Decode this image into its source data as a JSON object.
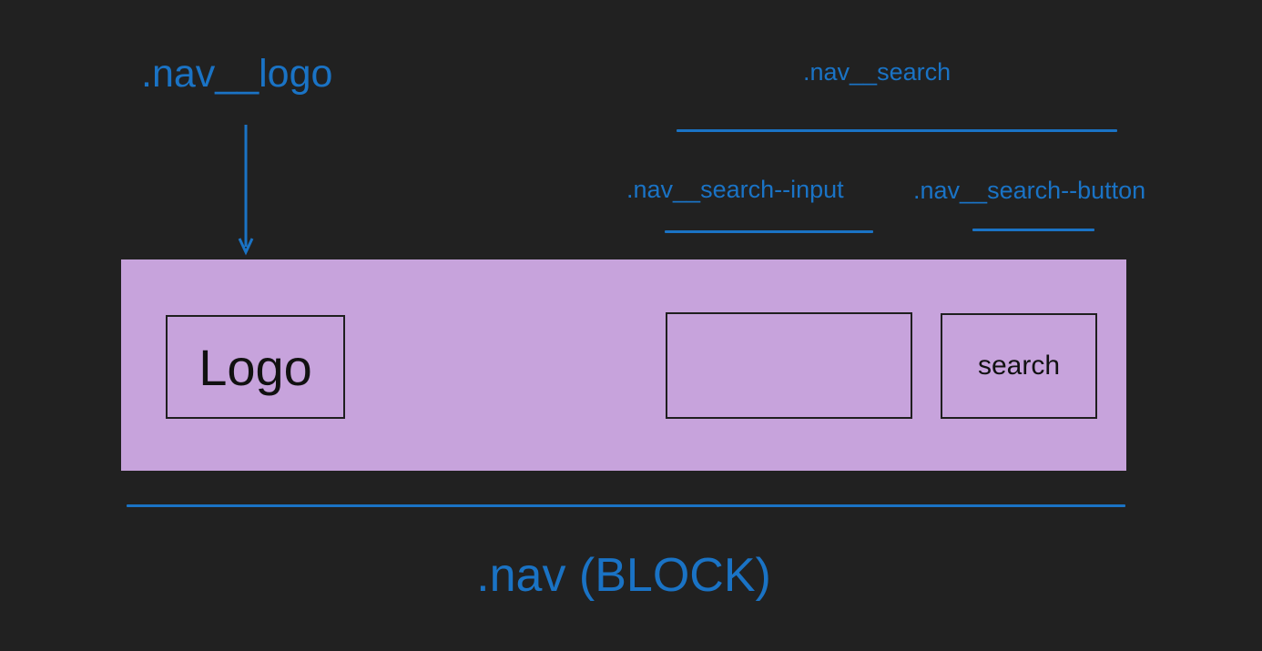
{
  "theme": {
    "background": "#212121",
    "annotation_blue": "#1a73c5",
    "nav_fill": "#c7a3dc",
    "box_border": "#1f1f1f",
    "box_text": "#111111"
  },
  "annotations": {
    "logo_label": ".nav__logo",
    "search_label": ".nav__search",
    "search_input_label": ".nav__search--input",
    "search_button_label": ".nav__search--button",
    "block_label": ".nav (BLOCK)"
  },
  "nav_mock": {
    "logo_text": "Logo",
    "search_input_value": "",
    "search_button_text": "search"
  }
}
